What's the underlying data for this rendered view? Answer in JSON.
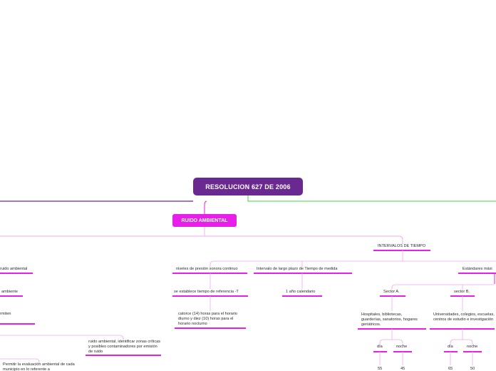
{
  "root": {
    "label": "RESOLUCION 627 DE 2006"
  },
  "main_topic": {
    "label": "RUIDO AMBIENTAL"
  },
  "left_branch": {
    "items": [
      "ruido ambiental",
      "ambiente",
      "rmiten",
      "ruido ambiental, identificar zonas críticas y posibles contaminadores por emisión de ruido",
      "Permitir la evaluación ambiental de cada municipio en lo referente a"
    ]
  },
  "intervalos": {
    "label": "INTERVALOS DE TIEMPO",
    "niveles": "niveles de presión sonora continuo",
    "niveles_child": "se establece tiempo de referencia -T",
    "niveles_child2": "catorce (14) horas para el horario diurno y diez (10) horas para el horario nocturno",
    "largo_plazo": "Intervalo de largo plazo de Tiempo de medida",
    "largo_plazo_child": "1 año calendario"
  },
  "estandares": {
    "label": "Estándares máxi",
    "sector_a": {
      "label": "Sector A.",
      "desc": "Hospitales, bibliotecas, guarderías, sanatorios, hogares geriátricos.",
      "dia": "día",
      "noche": "noche",
      "dia_val": "55",
      "noche_val": "45"
    },
    "sector_b": {
      "label": "sector B.",
      "desc": "Universidades, colegios, escuelas, centros de estudio e investigación",
      "dia": "día",
      "noche": "noche",
      "dia_val": "65",
      "noche_val": "50"
    }
  },
  "colors": {
    "root": "#6a2891",
    "main": "#e81fe8",
    "purple_line": "#6a2891",
    "green_line": "#44d444",
    "pink_line": "#e81fe8",
    "light_pink": "#f0a8f0"
  }
}
